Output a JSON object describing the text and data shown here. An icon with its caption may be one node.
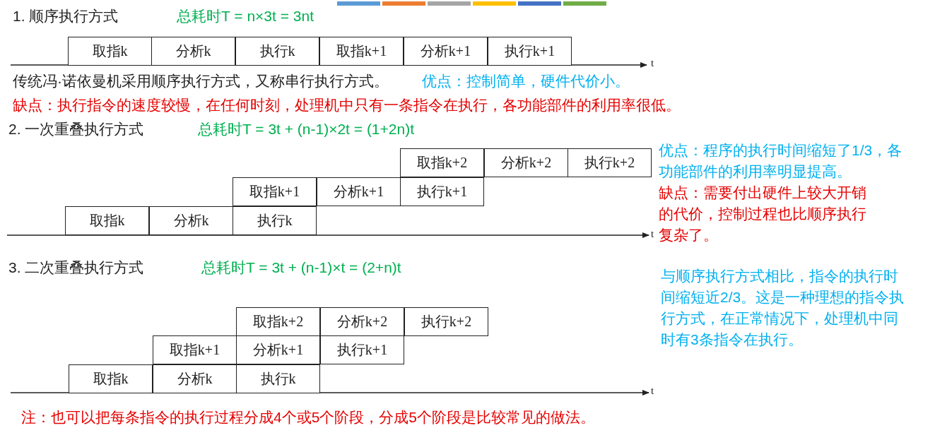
{
  "diagram": {
    "nodes": [
      {
        "text": [
          "取指k"
        ]
      },
      {
        "text": [
          "分析k"
        ]
      },
      {
        "text": [
          "执行k"
        ]
      },
      {
        "text": [
          "取指k+1"
        ]
      },
      {
        "text": [
          "分析k+1"
        ]
      },
      {
        "text": [
          "执行k+1"
        ]
      },
      {
        "text": [
          "取指k+2"
        ]
      },
      {
        "text": [
          "分析k+2"
        ]
      },
      {
        "text": [
          "执行k+2"
        ]
      },
      {
        "text": [
          "取指k+1"
        ]
      },
      {
        "text": [
          "分析k+1"
        ]
      },
      {
        "text": [
          "执行k+1"
        ]
      },
      {
        "text": [
          "取指k"
        ]
      },
      {
        "text": [
          "分析k"
        ]
      },
      {
        "text": [
          "执行k"
        ]
      },
      {
        "text": [
          "取指k+2"
        ]
      },
      {
        "text": [
          "分析k+2"
        ]
      },
      {
        "text": [
          "执行k+2"
        ]
      },
      {
        "text": [
          "取指k+1"
        ]
      },
      {
        "text": [
          "分析k+1"
        ]
      },
      {
        "text": [
          "执行k+1"
        ]
      },
      {
        "text": [
          "取指k"
        ]
      },
      {
        "text": [
          "分析k"
        ]
      },
      {
        "text": [
          "执行k"
        ]
      }
    ],
    "edges": [],
    "labels": [
      "1. 顺序执行方式",
      "总耗时T = n×3t = 3nt",
      "t",
      "传统冯·诺依曼机采用顺序执行方式，又称串行执行方式。",
      "优点：控制简单，硬件代价小。",
      "缺点：执行指令的速度较慢，在任何时刻，处理机中只有一条指令在执行，各功能部件的利用率很低。",
      "2. 一次重叠执行方式",
      "总耗时T = 3t + (n-1)×2t = (1+2n)t",
      "优点：程序的执行时间缩短了1/3，各功能部件的利用率明显提高。",
      "缺点：需要付出硬件上较大开销的代价，控制过程也比顺序执行复杂了。",
      "t",
      "3. 二次重叠执行方式",
      "总耗时T = 3t + (n-1)×t = (2+n)t",
      "与顺序执行方式相比，指令的执行时间缩短近2/3。这是一种理想的指令执行方式，在正常情况下，处理机中同时有3条指令在执行。",
      "t",
      "注：也可以把每条指令的执行过程分成4个或5个阶段，分成5个阶段是比较常见的做法。"
    ]
  }
}
